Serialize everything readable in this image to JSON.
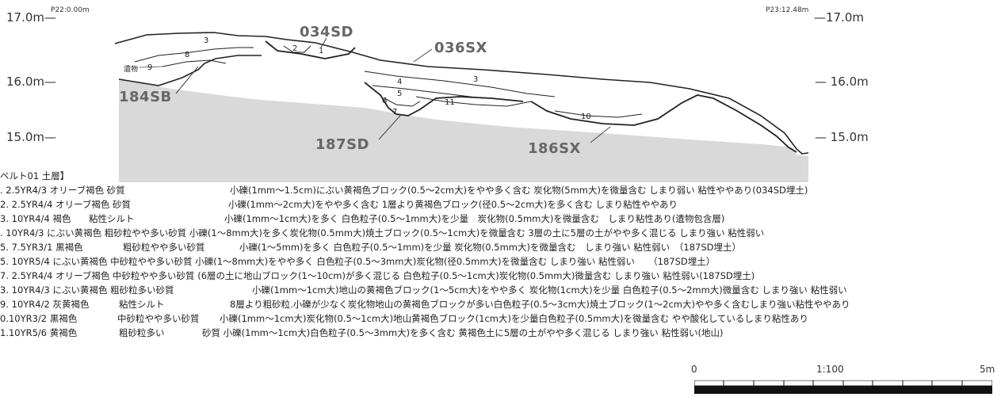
{
  "section": {
    "elevations_left": [
      "17.0m—",
      "16.0m—",
      "15.0m—"
    ],
    "elevations_right": [
      "—17.0m",
      "— 16.0m",
      "— 15.0m"
    ],
    "point_left": "P22:0.00m",
    "point_right": "P23:12.48m",
    "features": {
      "f034sd": "034SD",
      "f036sx": "036SX",
      "f184sb": "184SB",
      "f187sd": "187SD",
      "f186sx": "186SX"
    },
    "layer_numbers": {
      "n3a": "3",
      "n2": "2",
      "n1": "1",
      "n8": "8",
      "n9": "9",
      "n3b": "3",
      "n4": "4",
      "n5": "5",
      "n6": "6",
      "n7": "7",
      "n11": "11",
      "n10": "10"
    },
    "artifact_label": "遺物"
  },
  "legend": {
    "title": "ベルト01 土層】",
    "rows": [
      {
        "no": ". 2.5YR4/3 オリーブ褐色 砂質",
        "desc": "小礫(1mm～1.5cm)にぶい黄褐色ブロック(0.5～2cm大)をやや多く含む 炭化物(5mm大)を微量含む しまり弱い 粘性ややあり(034SD埋土)"
      },
      {
        "no": "2. 2.5YR4/4 オリーブ褐色 砂質",
        "desc": "小礫(1mm～2cm大)をやや多く含む 1層より黄褐色ブロック(径0.5～2cm大)を多く含む しまり粘性ややあり"
      },
      {
        "no": "3. 10YR4/4 褐色",
        "soil": "粘性シルト",
        "desc": "小礫(1mm～1cm大)を多く 白色粒子(0.5～1mm大)を少量　炭化物(0.5mm大)を微量含む　しまり粘性あり(遺物包含層)"
      },
      {
        "no": ". 10YR4/3 にぶい黄褐色 粗砂粒やや多い砂質 小礫(1～8mm大)を多く炭化物(0.5mm大)焼土ブロック(0.5～1cm大)を微量含む 3層の土に5層の土がやや多く混じる  しまり強い 粘性弱い"
      },
      {
        "no": "5. 7.5YR3/1 黒褐色",
        "soil": "粗砂粒やや多い砂質",
        "desc": "小礫(1～5mm)を多く 白色粒子(0.5～1mm)を少量 炭化物(0.5mm大)を微量含む　しまり強い 粘性弱い　（187SD埋土）"
      },
      {
        "no": "5. 10YR5/4 にぶい黄褐色 中砂粒やや多い砂質 小礫(1～8mm大)をやや多く 白色粒子(0.5～3mm大)炭化物(径0.5mm大)を微量含む しまり強い 粘性弱い　　（187SD埋土）"
      },
      {
        "no": "7. 2.5YR4/4 オリーブ褐色 中砂粒やや多い砂質 (6層の土に地山ブロック(1～10cm)が多く混じる 白色粒子(0.5～1cm大)炭化物(0.5mm大)微量含む しまり強い 粘性弱い(187SD埋土)"
      },
      {
        "no": "3. 10YR4/3 にぶい黄褐色 粗砂粒多い砂質",
        "desc": "小礫(1mm～1cm大)地山の黄褐色ブロック(1～5cm大)をやや多く 炭化物(1cm大)を少量 白色粒子(0.5～2mm大)微量含む しまり強い 粘性弱い"
      },
      {
        "no": "9. 10YR4/2 灰黄褐色",
        "soil": "粘性シルト",
        "desc": "8層より粗砂粒.小礫が少なく炭化物地山の黄褐色ブロックが多い白色粒子(0.5～3cm大)焼土ブロック(1～2cm大)やや多く含むしまり強い粘性ややあり"
      },
      {
        "no": "0.10YR3/2 黒褐色",
        "soil": "中砂粒やや多い砂質",
        "desc": "小礫(1mm～1cm大)炭化物(0.5～1cm大)地山黄褐色ブロック(1cm大)を少量白色粒子(0.5mm大)を微量含む やや酸化しているしまり粘性あり"
      },
      {
        "no": "1.10YR5/6 黄褐色",
        "soil": "粗砂粒多い",
        "desc": "砂質 小礫(1mm～1cm大)白色粒子(0.5～3mm大)を多く含む 黄褐色土に5層の土がやや多く混じる しまり強い 粘性弱い(地山)"
      }
    ]
  },
  "scale": {
    "zero": "0",
    "ratio": "1:100",
    "max": "5m"
  }
}
